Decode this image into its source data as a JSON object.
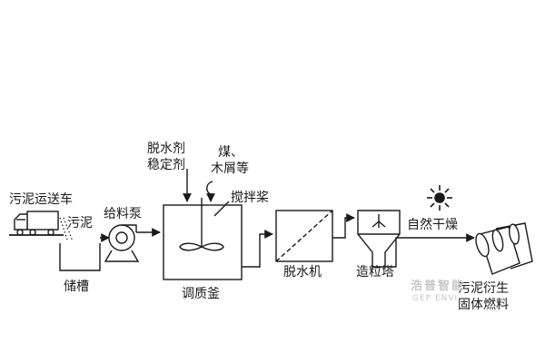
{
  "labels": {
    "sludge_truck": "污泥运送车",
    "sludge": "污泥",
    "storage_tank": "储槽",
    "feed_pump": "给料泵",
    "additives_line1": "脱水剂",
    "additives_line2": "稳定剂",
    "coal_line1": "煤、",
    "coal_line2": "木屑等",
    "agitator": "搅拌桨",
    "conditioning_tank": "调质釜",
    "dewatering_machine": "脱水机",
    "granulation_tower": "造粒塔",
    "natural_drying": "自然干燥",
    "product_line1": "污泥衍生",
    "product_line2": "固体燃料"
  },
  "watermark": {
    "line1": "浩普智能",
    "line2": "GEP ENVI"
  },
  "colors": {
    "line": "#1a1a1a",
    "watermark": "#c8c8c8"
  },
  "icons": {
    "truck": "truck-icon",
    "pump": "pump-icon",
    "sun": "sun-icon",
    "fuel_rolls": "fuel-rolls-icon"
  }
}
